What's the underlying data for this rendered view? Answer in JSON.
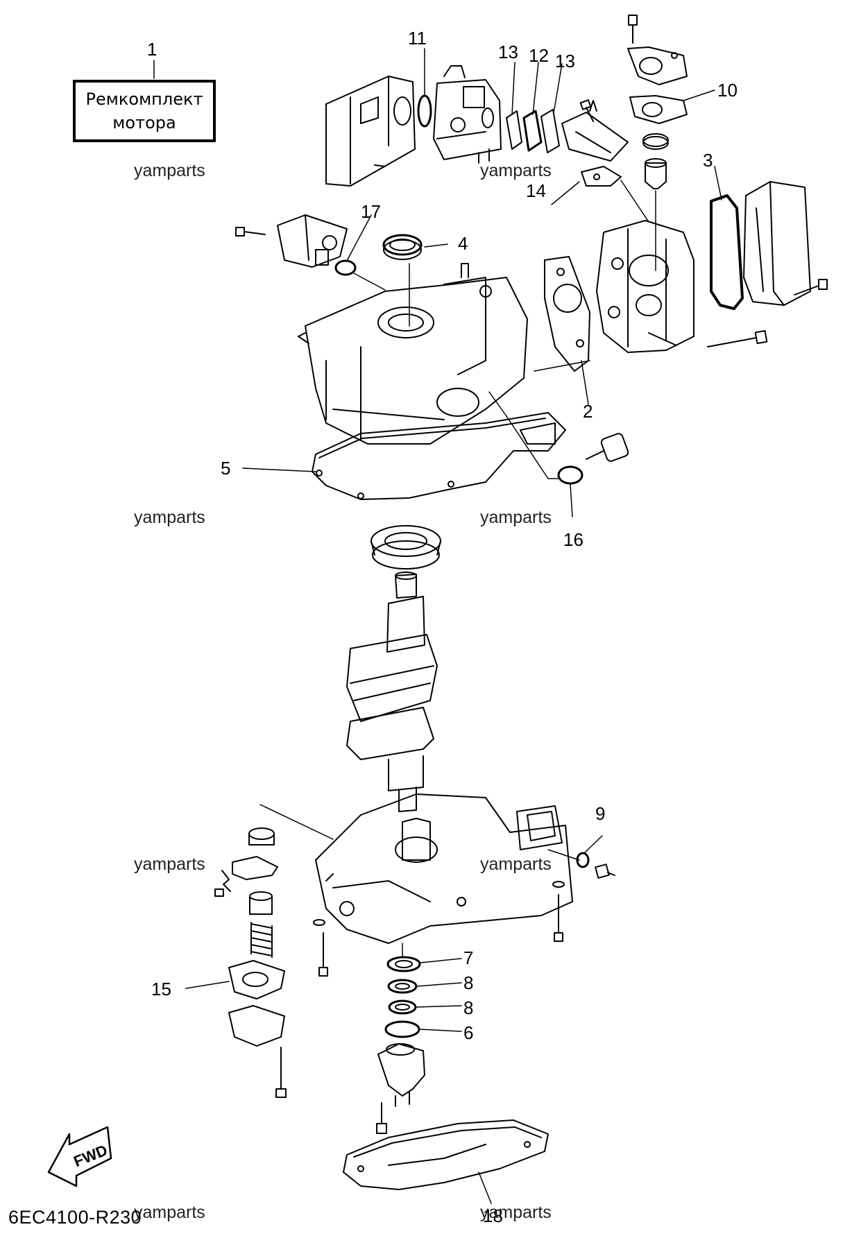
{
  "kit_box": {
    "line1": "Ремкомплект",
    "line2": "мотора"
  },
  "callouts": [
    {
      "id": "c1",
      "label": "1"
    },
    {
      "id": "c11",
      "label": "11"
    },
    {
      "id": "c13a",
      "label": "13"
    },
    {
      "id": "c12",
      "label": "12"
    },
    {
      "id": "c13b",
      "label": "13"
    },
    {
      "id": "c10",
      "label": "10"
    },
    {
      "id": "c3",
      "label": "3"
    },
    {
      "id": "c14",
      "label": "14"
    },
    {
      "id": "c17",
      "label": "17"
    },
    {
      "id": "c4",
      "label": "4"
    },
    {
      "id": "c2",
      "label": "2"
    },
    {
      "id": "c5",
      "label": "5"
    },
    {
      "id": "c16",
      "label": "16"
    },
    {
      "id": "c9",
      "label": "9"
    },
    {
      "id": "c7",
      "label": "7"
    },
    {
      "id": "c8a",
      "label": "8"
    },
    {
      "id": "c8b",
      "label": "8"
    },
    {
      "id": "c6",
      "label": "6"
    },
    {
      "id": "c15",
      "label": "15"
    },
    {
      "id": "c18",
      "label": "18"
    }
  ],
  "watermark": "yamparts",
  "diagram_code": "6EC4100-R230",
  "fwd_label": "FWD"
}
